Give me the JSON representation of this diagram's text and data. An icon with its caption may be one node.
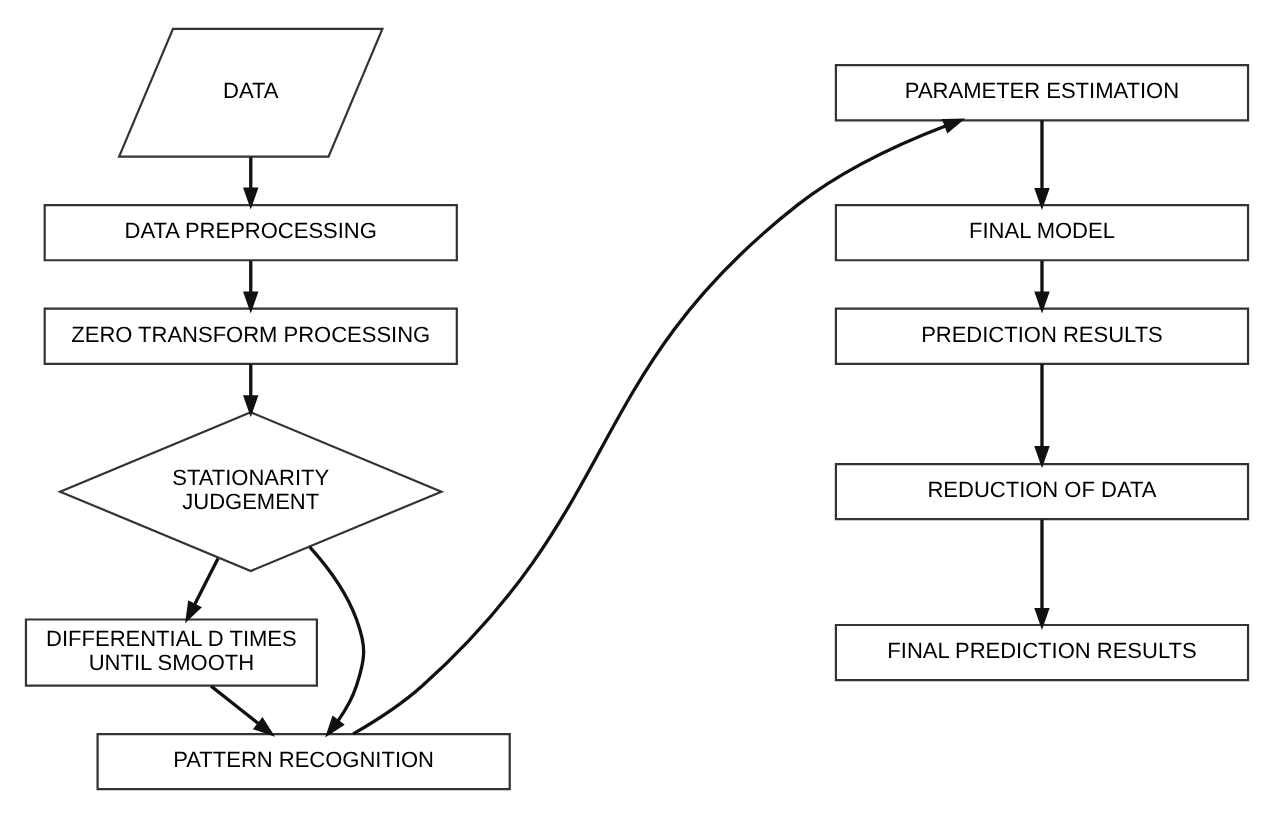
{
  "diagram": {
    "nodes": [
      {
        "text": [
          "DATA"
        ]
      },
      {
        "text": [
          "DATA PREPROCESSING"
        ]
      },
      {
        "text": [
          "ZERO TRANSFORM PROCESSING"
        ]
      },
      {
        "text": [
          "STATIONARITY JUDGEMENT"
        ]
      },
      {
        "text": [
          "DIFFERENTIAL D TIMES UNTIL SMOOTH"
        ]
      },
      {
        "text": [
          "PATTERN RECOGNITION"
        ]
      },
      {
        "text": [
          "PARAMETER ESTIMATION"
        ]
      },
      {
        "text": [
          "FINAL MODEL"
        ]
      },
      {
        "text": [
          "PREDICTION RESULTS"
        ]
      },
      {
        "text": [
          "REDUCTION OF DATA"
        ]
      },
      {
        "text": [
          "FINAL PREDICTION RESULTS"
        ]
      }
    ],
    "edges": [
      {
        "from": 0,
        "to": 1,
        "arrow": "to"
      },
      {
        "from": 1,
        "to": 2,
        "arrow": "to"
      },
      {
        "from": 2,
        "to": 3,
        "arrow": "to"
      },
      {
        "from": 3,
        "to": 4,
        "arrow": "to"
      },
      {
        "from": 3,
        "to": 5,
        "arrow": "to"
      },
      {
        "from": 4,
        "to": 5,
        "arrow": "to"
      },
      {
        "from": 5,
        "to": 6,
        "arrow": "to"
      },
      {
        "from": 6,
        "to": 7,
        "arrow": "to"
      },
      {
        "from": 7,
        "to": 8,
        "arrow": "to"
      },
      {
        "from": 8,
        "to": 9,
        "arrow": "to"
      },
      {
        "from": 9,
        "to": 10,
        "arrow": "to"
      }
    ]
  }
}
